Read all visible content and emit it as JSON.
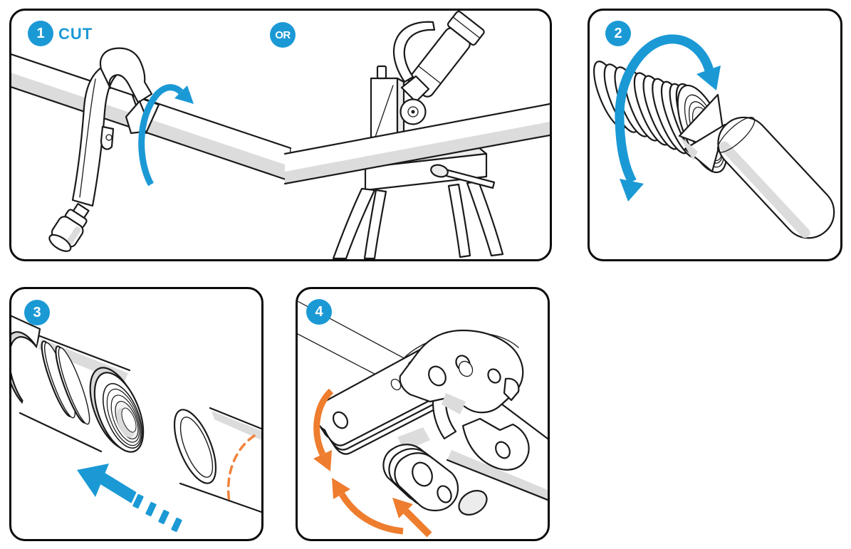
{
  "document": {
    "background": "#FFFFFF"
  },
  "colors": {
    "accent_blue": "#1B99D5",
    "accent_orange": "#EE7D2E",
    "depth_mark_orange": "#F0823C",
    "ink": "#1A1A1A",
    "shade": "#DCDCDC"
  },
  "steps": [
    {
      "number": "1",
      "label": "CUT",
      "alternative_badge": "OR",
      "illustrations": [
        "manual-pipe-cutter",
        "powered-pipe-saw-on-stand"
      ],
      "arrow_icons": [
        "rotate-cutter-arrow"
      ]
    },
    {
      "number": "2",
      "illustrations": [
        "corrugated-pipe-end-with-reamer-tool"
      ],
      "arrow_icons": [
        "rotate-reamer-arrow"
      ]
    },
    {
      "number": "3",
      "illustrations": [
        "press-fitting",
        "pipe-with-insertion-depth-mark"
      ],
      "arrow_icons": [
        "insertion-direction-arrow"
      ]
    },
    {
      "number": "4",
      "illustrations": [
        "press-jaw-tool-on-fitting"
      ],
      "arrow_icons": [
        "close-jaw-arrow-left",
        "close-jaw-arrow-bottom",
        "push-latch-arrow"
      ]
    }
  ]
}
